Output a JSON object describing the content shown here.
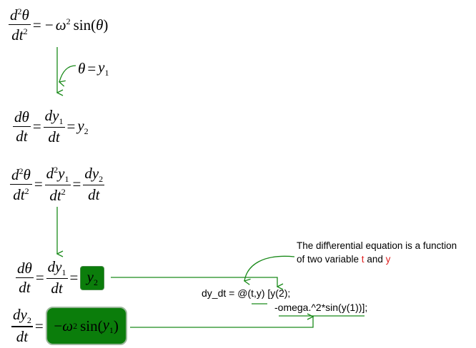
{
  "eq1": {
    "num": "d",
    "num_sup": "2",
    "num_var": "θ",
    "den": "dt",
    "den_sup": "2",
    "rhs_pre": "= −",
    "omega": "ω",
    "omega_sup": "2",
    "func": "sin(",
    "arg": "θ",
    "close": ")"
  },
  "substitution": {
    "lhs": "θ",
    "eq": "=",
    "rhs": "y",
    "rhs_sub": "1"
  },
  "eq2": {
    "f1_num": "dθ",
    "f1_den": "dt",
    "f2_num": "dy",
    "f2_num_sub": "1",
    "f2_den": "dt",
    "rhs": "y",
    "rhs_sub": "2"
  },
  "eq3": {
    "f1_num_d": "d",
    "f1_num_sup": "2",
    "f1_num_var": "θ",
    "f1_den": "dt",
    "f1_den_sup": "2",
    "f2_num_d": "d",
    "f2_num_sup": "2",
    "f2_num_var": "y",
    "f2_num_sub": "1",
    "f2_den": "dt",
    "f2_den_sup": "2",
    "f3_num": "dy",
    "f3_num_sub": "2",
    "f3_den": "dt"
  },
  "eq4": {
    "f1_num": "dθ",
    "f1_den": "dt",
    "f2_num": "dy",
    "f2_num_sub": "1",
    "f2_den": "dt",
    "box_var": "y",
    "box_sub": "2"
  },
  "eq5": {
    "num": "dy",
    "num_sub": "2",
    "den": "dt",
    "box_minus": "−",
    "box_omega": "ω",
    "box_sup": "2",
    "box_func": "sin(",
    "box_var": "y",
    "box_sub": "1",
    "box_close": ")"
  },
  "note": {
    "line1": "The diff\\erential equation is a function",
    "line2_pre": "of two variable ",
    "t": "t",
    "and": " and ",
    "y": "y"
  },
  "code": {
    "line1": "dy_dt = @(t,y) [y(2);",
    "line2": "-omega.^2*sin(y(1))];"
  },
  "colors": {
    "arrow": "#1a8a1a",
    "box": "#0b7d0b",
    "highlight": "#e02020"
  }
}
